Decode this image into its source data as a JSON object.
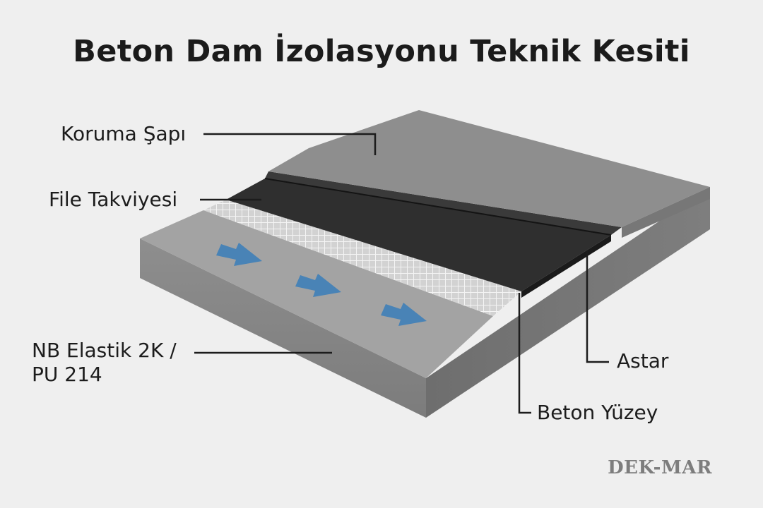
{
  "title": "Beton Dam İzolasyonu Teknik Kesiti",
  "labels": {
    "koruma": "Koruma Şapı",
    "file": "File Takviyesi",
    "elastik_line1": "NB Elastik 2K /",
    "elastik_line2": "PU 214",
    "astar": "Astar",
    "beton": "Beton Yüzey"
  },
  "brand": "DEK-MAR",
  "colors": {
    "background": "#efefef",
    "concrete": "#9a9a9a",
    "membrane": "#2f2f2f",
    "protection_screed": "#8f8f8f",
    "arrow": "#3f7fb8",
    "leader_line": "#1c1c1c"
  }
}
